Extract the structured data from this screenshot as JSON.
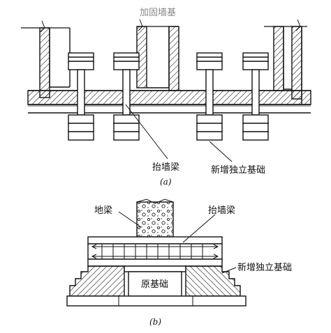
{
  "header_text": "加固墙基",
  "diagram_a": {
    "label_beam": "抬墙梁",
    "label_footing": "新增独立基础",
    "caption": "(a)"
  },
  "diagram_b": {
    "label_ground_beam": "地梁",
    "label_beam": "抬墙梁",
    "label_footing": "新增独立基础",
    "label_original": "原基础",
    "caption": "(b)"
  }
}
